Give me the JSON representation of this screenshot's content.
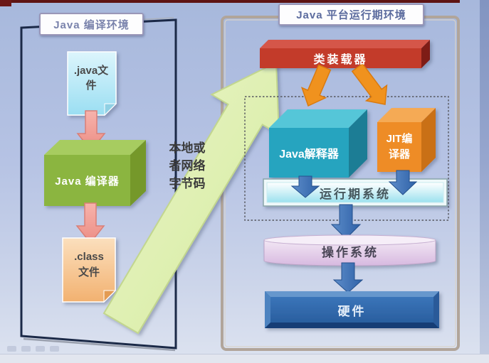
{
  "page": {
    "left_panel": {
      "title": "Java 编译环境",
      "java_file_lines": [
        ".java文",
        "件"
      ],
      "compiler_label": "Java 编译器",
      "class_file_lines": [
        ".class",
        "文件"
      ]
    },
    "transfer_label_lines": [
      "本地或",
      "者网络",
      "字节码"
    ],
    "right_panel": {
      "title": "Java 平台运行期环境",
      "class_loader_label": "类装载器",
      "interpreter_label": "Java解释器",
      "jit_lines": [
        "JIT编",
        "译器"
      ],
      "runtime_system_label": "运行期系统",
      "os_label": "操作系统",
      "hardware_label": "硬件"
    },
    "colors": {
      "background": "#b3c2e2",
      "class_loader_red": "#c33a2c",
      "interpreter_teal": "#28a4bf",
      "jit_orange": "#ee8c26",
      "compiler_green": "#8bb541",
      "hardware_blue": "#2e6ab1",
      "bytecode_arrow_green": "#ddeeab",
      "flow_arrow_blue": "#3b70b6",
      "file_arrow_pink": "#f2a19b",
      "loader_arrow_orange": "#f0921e"
    }
  }
}
